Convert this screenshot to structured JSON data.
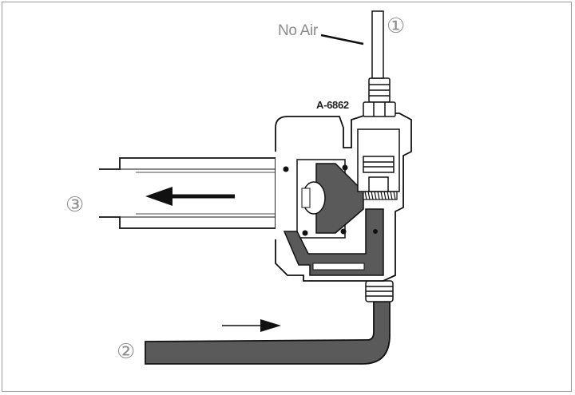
{
  "labels": {
    "no_air": "No Air",
    "part_number": "A-6862",
    "callout_1": "①",
    "callout_2": "②",
    "callout_3": "③"
  },
  "colors": {
    "shaded": "#5a5a5a",
    "outline": "#111111",
    "frame": "#9a9a9a",
    "callout": "#8f8f8f"
  }
}
